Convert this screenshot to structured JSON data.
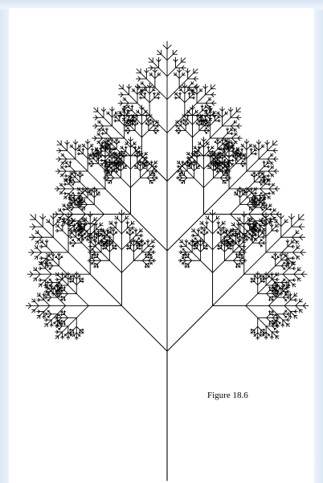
{
  "figure": {
    "caption": "Figure 18.6"
  },
  "colors": {
    "background": "#ffffff",
    "stroke": "#000000",
    "side_tint": "#dbe7f4"
  },
  "tree": {
    "kind": "fractal binary tree",
    "recursion_depth": 8,
    "branch_angle_deg": 45,
    "length_ratio": 0.66
  }
}
